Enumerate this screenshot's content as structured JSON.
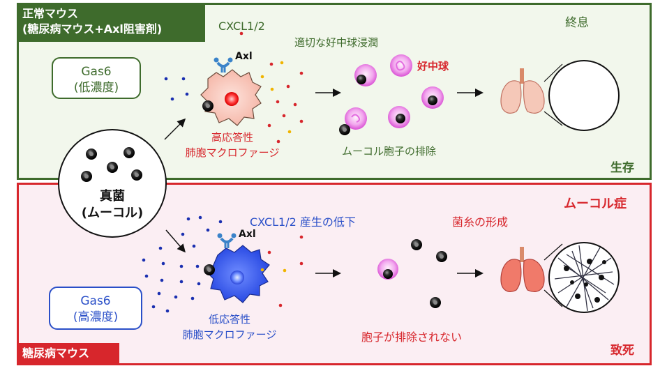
{
  "top": {
    "tag_line1": "正常マウス",
    "tag_line2": "(糖尿病マウス+Axl阻害剤)",
    "gas6_line1": "Gas6",
    "gas6_line2": "(低濃度)",
    "cxcl": "CXCL1/2",
    "axl": "Axl",
    "macrophage_line1": "高応答性",
    "macrophage_line2": "肺胞マクロファージ",
    "infiltration": "適切な好中球浸潤",
    "neutrophil": "好中球",
    "clearance": "ムーコル胞子の排除",
    "resolution": "終息",
    "outcome": "生存"
  },
  "fungus": {
    "line1": "真菌",
    "line2": "(ムーコル)"
  },
  "bottom": {
    "tag": "糖尿病マウス",
    "disease": "ムーコル症",
    "gas6_line1": "Gas6",
    "gas6_line2": "(高濃度)",
    "cxcl_reduced": "CXCL1/2 産生の低下",
    "axl": "Axl",
    "macrophage_line1": "低応答性",
    "macrophage_line2": "肺胞マクロファージ",
    "hyphae": "菌糸の形成",
    "not_cleared": "胞子が排除されない",
    "outcome": "致死"
  },
  "colors": {
    "green": "#3e6b2c",
    "red": "#d7262c",
    "blue": "#2a4fc8",
    "neutrophil": "#e36be0",
    "chemokine_red": "#d7262c",
    "chemokine_yellow": "#f0b400",
    "gas6_dot": "#1a2fb0"
  }
}
